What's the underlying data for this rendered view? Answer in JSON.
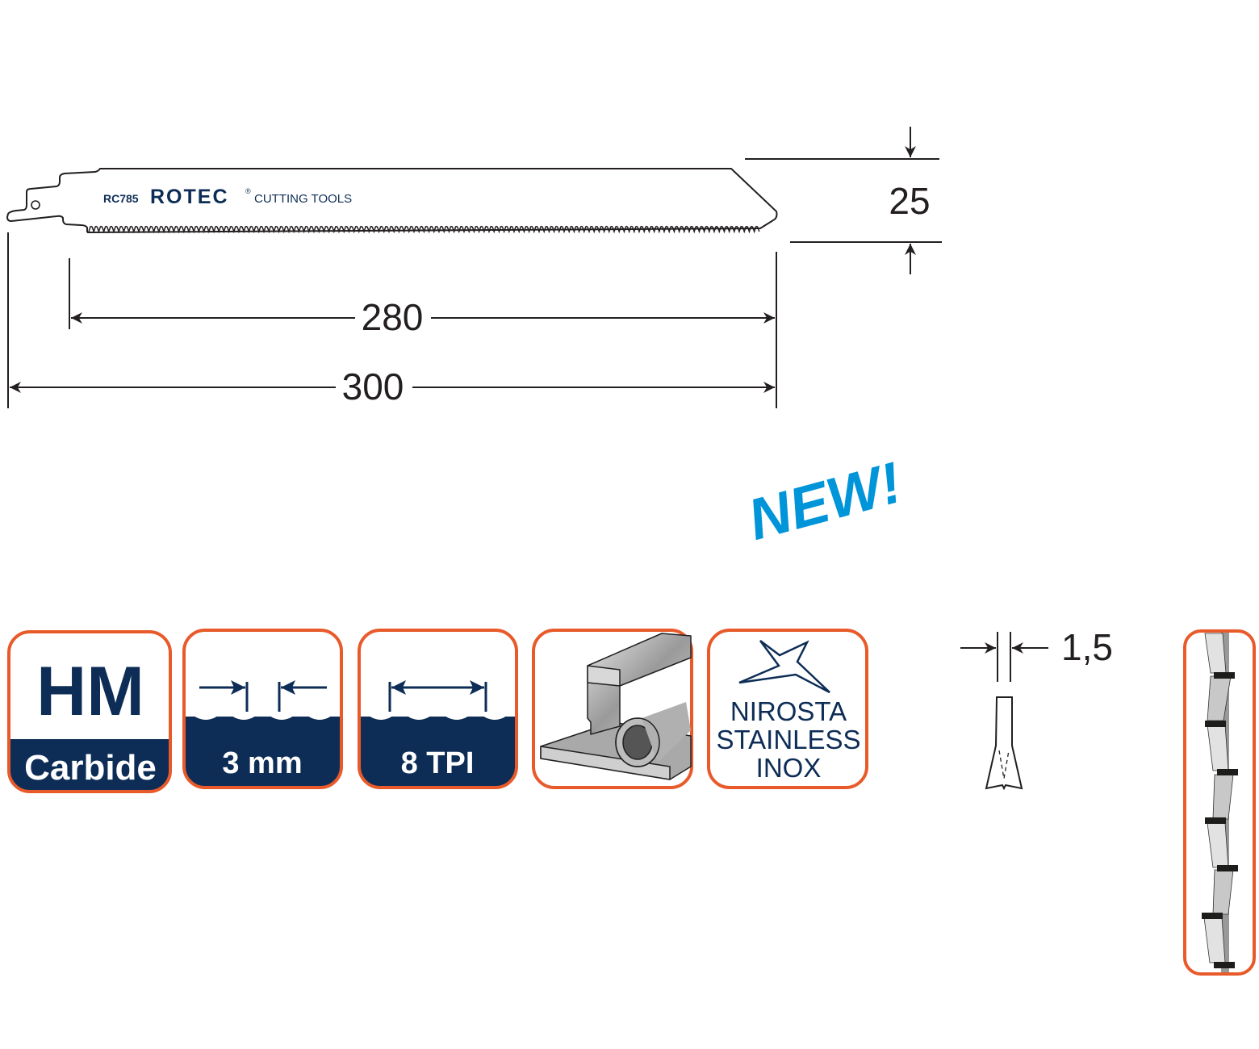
{
  "blade": {
    "model": "RC785",
    "brand": "ROTEC",
    "registered": "®",
    "tagline": "CUTTING TOOLS"
  },
  "dimensions": {
    "width": "25",
    "working_length": "280",
    "total_length": "300",
    "thickness": "1,5"
  },
  "new_label": "NEW!",
  "badges": {
    "material_top": "HM",
    "material_bottom": "Carbide",
    "tooth_pitch": "3 mm",
    "tpi": "8 TPI",
    "application": [
      "NIROSTA",
      "STAINLESS",
      "INOX"
    ]
  },
  "colors": {
    "navy": "#0d2d56",
    "orange": "#e85a2a",
    "new_blue": "#0095d9"
  }
}
